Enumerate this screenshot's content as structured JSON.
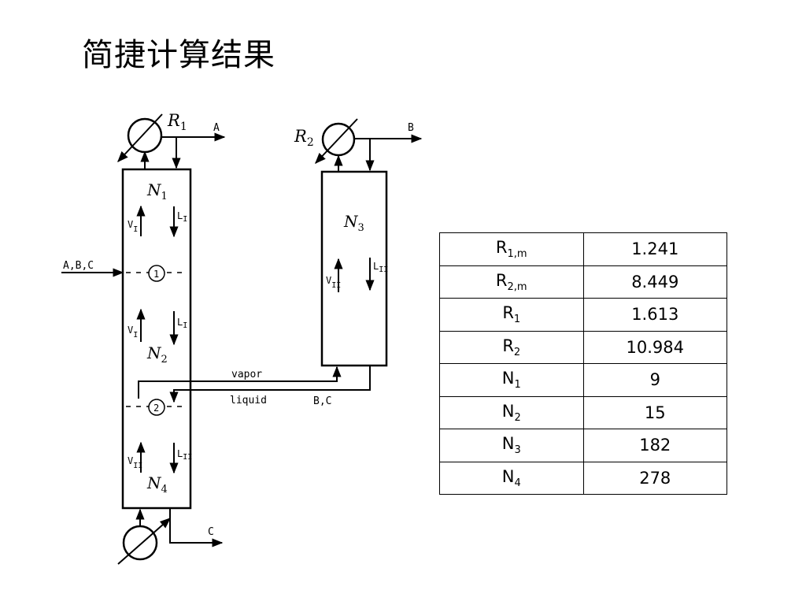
{
  "slide": {
    "title": "简捷计算结果"
  },
  "diagram": {
    "condenser_1_label": "R",
    "condenser_1_sub": "1",
    "condenser_2_label": "R",
    "condenser_2_sub": "2",
    "product_top_1": "A",
    "product_top_2": "B",
    "product_bottom": "C",
    "feed_label": "A,B,C",
    "section_n1": "N",
    "section_n1_sub": "1",
    "section_n2": "N",
    "section_n2_sub": "2",
    "section_n3": "N",
    "section_n3_sub": "3",
    "section_n4": "N",
    "section_n4_sub": "4",
    "stage_1_marker": "1",
    "stage_2_marker": "2",
    "vapor_label": "vapor",
    "liquid_label": "liquid",
    "side_stream_label": "B,C",
    "flow_v": "V",
    "flow_l": "L",
    "roman_1": "I",
    "roman_2": "II"
  },
  "results_table": {
    "rows": [
      {
        "name": "R",
        "sub": "1,m",
        "value": "1.241"
      },
      {
        "name": "R",
        "sub": "2,m",
        "value": "8.449"
      },
      {
        "name": "R",
        "sub": "1",
        "value": "1.613"
      },
      {
        "name": "R",
        "sub": "2",
        "value": "10.984"
      },
      {
        "name": "N",
        "sub": "1",
        "value": "9"
      },
      {
        "name": "N",
        "sub": "2",
        "value": "15"
      },
      {
        "name": "N",
        "sub": "3",
        "value": "182"
      },
      {
        "name": "N",
        "sub": "4",
        "value": "278"
      }
    ]
  }
}
